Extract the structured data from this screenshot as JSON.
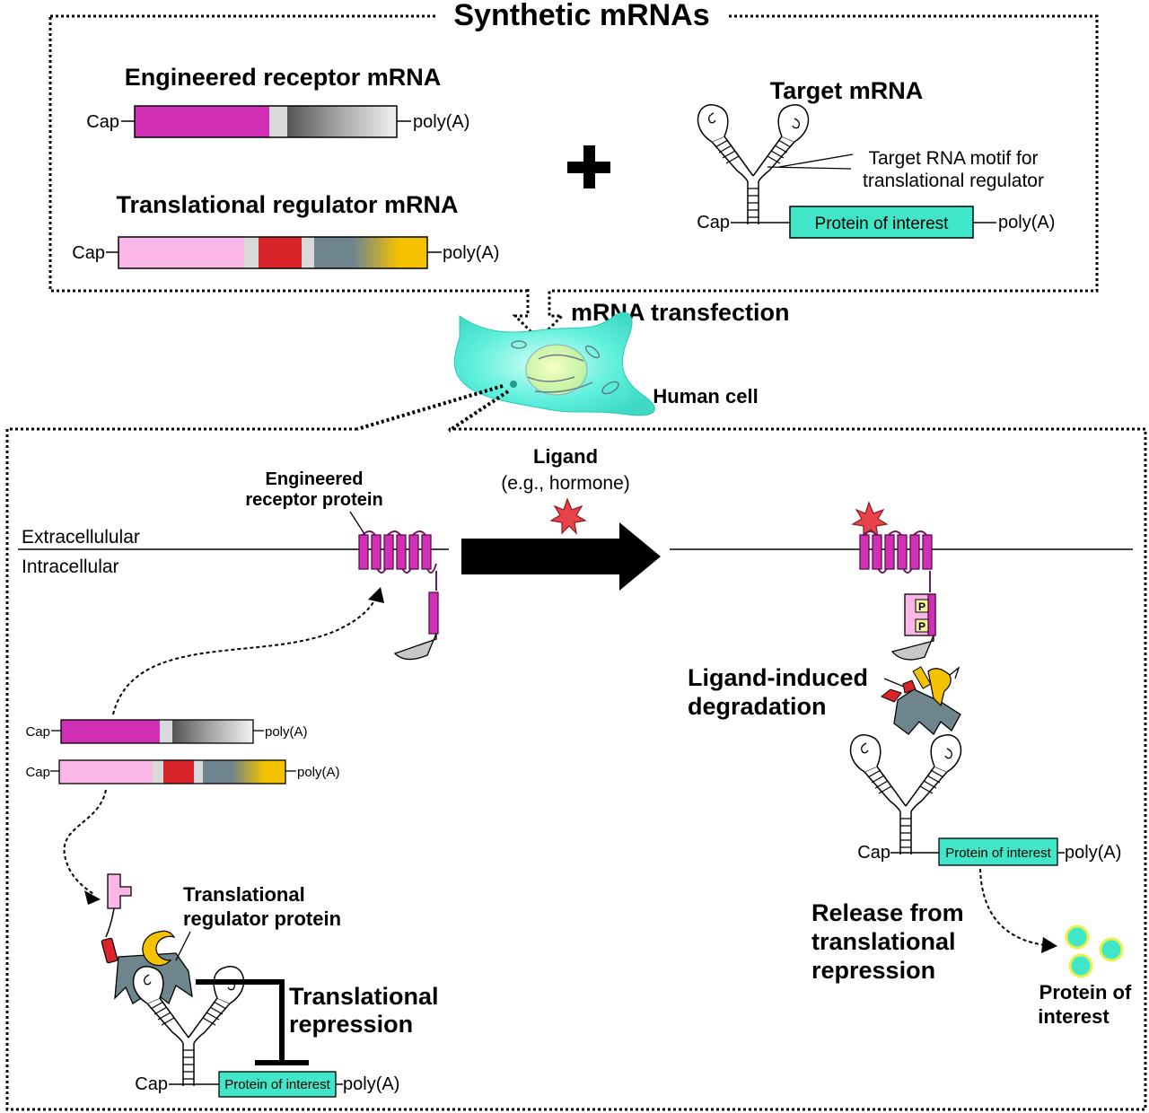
{
  "title": "Synthetic mRNAs",
  "engineered_receptor_mrna": "Engineered receptor mRNA",
  "translational_regulator_mrna": "Translational regulator mRNA",
  "target_mrna": "Target mRNA",
  "cap": "Cap",
  "polya": "poly(A)",
  "target_motif_line1": "Target RNA motif for",
  "target_motif_line2": "translational regulator",
  "protein_of_interest": "Protein of interest",
  "transfection": "mRNA transfection",
  "human_cell": "Human cell",
  "engineered_receptor_protein_line1": "Engineered",
  "engineered_receptor_protein_line2": "receptor protein",
  "ligand": "Ligand",
  "ligand_example": "(e.g., hormone)",
  "extracellular": "Extracellulular",
  "intracellular": "Intracellular",
  "ligand_induced_line1": "Ligand-induced",
  "ligand_induced_line2": "degradation",
  "translational_regulator_protein_line1": "Translational",
  "translational_regulator_protein_line2": "regulator protein",
  "translational_repression_line1": "Translational",
  "translational_repression_line2": "repression",
  "release_line1": "Release from",
  "release_line2": "translational",
  "release_line3": "repression",
  "protein_of_interest_line1": "Protein of",
  "protein_of_interest_line2": "interest",
  "phospho_label": "P",
  "colors": {
    "receptor_magenta": "#d12fb5",
    "regulator_pink": "#f9b6e6",
    "regulator_red": "#d9252a",
    "regulator_slate": "#6f858d",
    "regulator_yellow": "#f5c200",
    "protein_cyan": "#3fe6c8",
    "cell_cyan": "#5ef0dc",
    "ligand_red": "#e8424a"
  }
}
